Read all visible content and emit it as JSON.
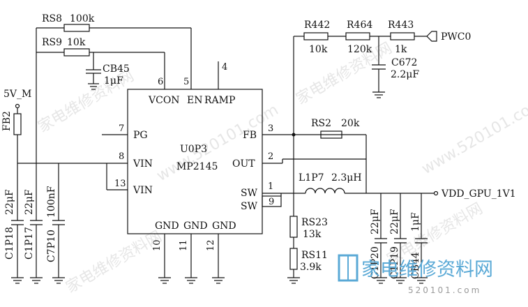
{
  "ic": {
    "ref": "U0P3",
    "part": "MP2145"
  },
  "pins": {
    "vcon": {
      "num": "6",
      "name": "VCON"
    },
    "en": {
      "num": "5",
      "name": "EN"
    },
    "ramp": {
      "num": "4",
      "name": "RAMP"
    },
    "pg": {
      "num": "7",
      "name": "PG"
    },
    "vin1": {
      "num": "8",
      "name": "VIN"
    },
    "vin2": {
      "num": "13",
      "name": "VIN"
    },
    "fb": {
      "num": "3",
      "name": "FB"
    },
    "out": {
      "num": "2",
      "name": "OUT"
    },
    "sw1": {
      "num": "1",
      "name": "SW"
    },
    "sw2": {
      "num": "9",
      "name": "SW"
    },
    "gnd1": {
      "num": "10",
      "name": "GND"
    },
    "gnd2": {
      "num": "11",
      "name": "GND"
    },
    "gnd3": {
      "num": "12",
      "name": "GND"
    }
  },
  "parts": {
    "rs8": {
      "ref": "RS8",
      "val": "100k"
    },
    "rs9": {
      "ref": "RS9",
      "val": "10k"
    },
    "cb45": {
      "ref": "CB45",
      "val": "1μF"
    },
    "fb2": {
      "ref": "FB2"
    },
    "c1p18": {
      "ref": "C1P18",
      "val": "22μF"
    },
    "c1p17": {
      "ref": "C1P17",
      "val": "22μF"
    },
    "c7p10": {
      "ref": "C7P10",
      "val": "100nF"
    },
    "r442": {
      "ref": "R442",
      "val": "10k"
    },
    "r464": {
      "ref": "R464",
      "val": "120k"
    },
    "r443": {
      "ref": "R443",
      "val": "1k"
    },
    "c672": {
      "ref": "C672",
      "val": "2.2μF"
    },
    "rs2": {
      "ref": "RS2",
      "val": "20k"
    },
    "l1p7": {
      "ref": "L1P7",
      "val": "2.3μH"
    },
    "rs23": {
      "ref": "RS23",
      "val": "13k"
    },
    "rs11": {
      "ref": "RS11",
      "val": "3.9k"
    },
    "c1p20": {
      "ref": "C1P20",
      "val": "22μF"
    },
    "c1p19": {
      "ref": "C1P19",
      "val": "22μF"
    },
    "cb44": {
      "ref": "CB44",
      "val": "1μF"
    }
  },
  "nets": {
    "vin": "5V_M",
    "pwc": "PWC0",
    "vout": "VDD_GPU_1V1"
  },
  "watermark": {
    "cn": "家电维修资料网",
    "url": "www.520101.com",
    "logo_cn": "家电维修资料网",
    "logo_url": "520101.com"
  },
  "colors": {
    "line": "#111111",
    "logo_blue": "#5aa9d6",
    "watermark": "#c9c9c9"
  }
}
